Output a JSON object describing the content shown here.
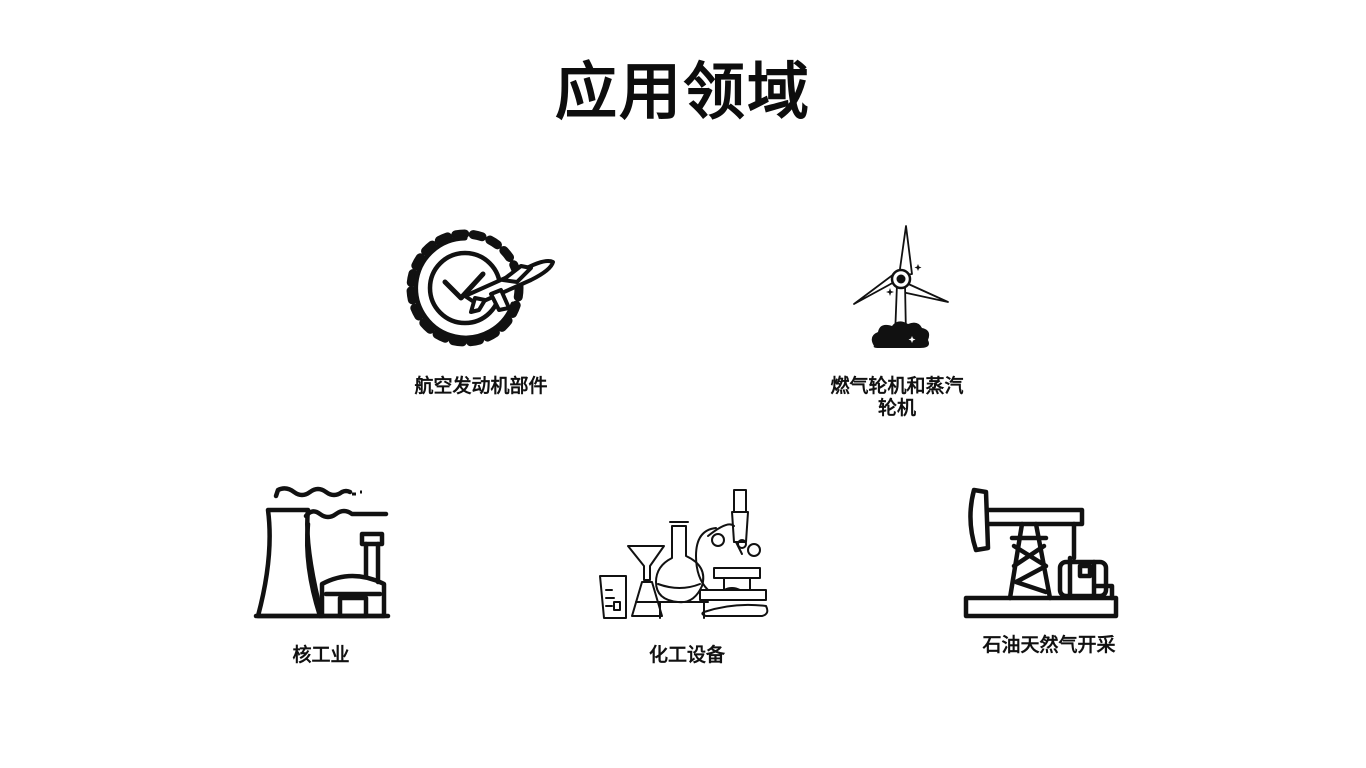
{
  "page": {
    "title": "应用领域"
  },
  "items": [
    {
      "label": "航空发动机部件",
      "icon": "gear-airplane-icon"
    },
    {
      "label": "燃气轮机和蒸汽轮机",
      "icon": "wind-turbine-icon"
    },
    {
      "label": "核工业",
      "icon": "nuclear-plant-icon"
    },
    {
      "label": "化工设备",
      "icon": "lab-equipment-icon"
    },
    {
      "label": "石油天然气开采",
      "icon": "oil-pump-jack-icon"
    }
  ],
  "colors": {
    "ink": "#111111",
    "background": "#ffffff"
  }
}
